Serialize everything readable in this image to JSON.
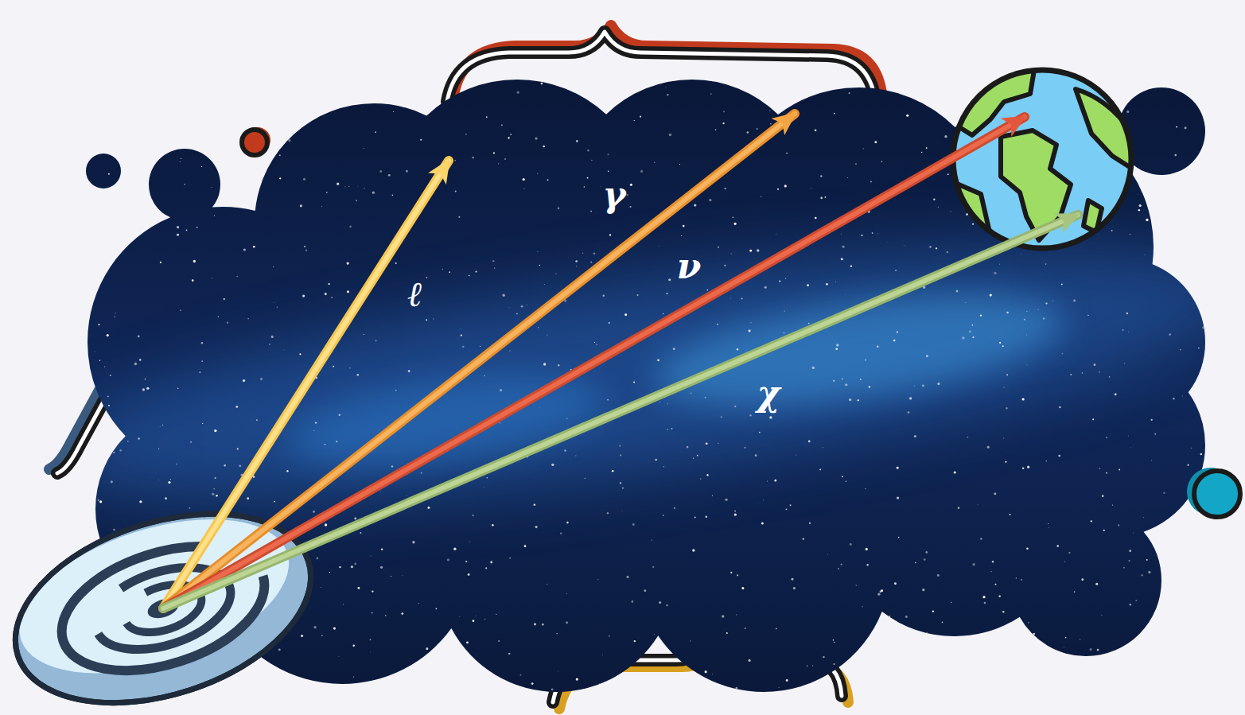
{
  "diagram": {
    "labels": [
      "ℓ",
      "γ",
      "ν",
      "χ"
    ]
  }
}
